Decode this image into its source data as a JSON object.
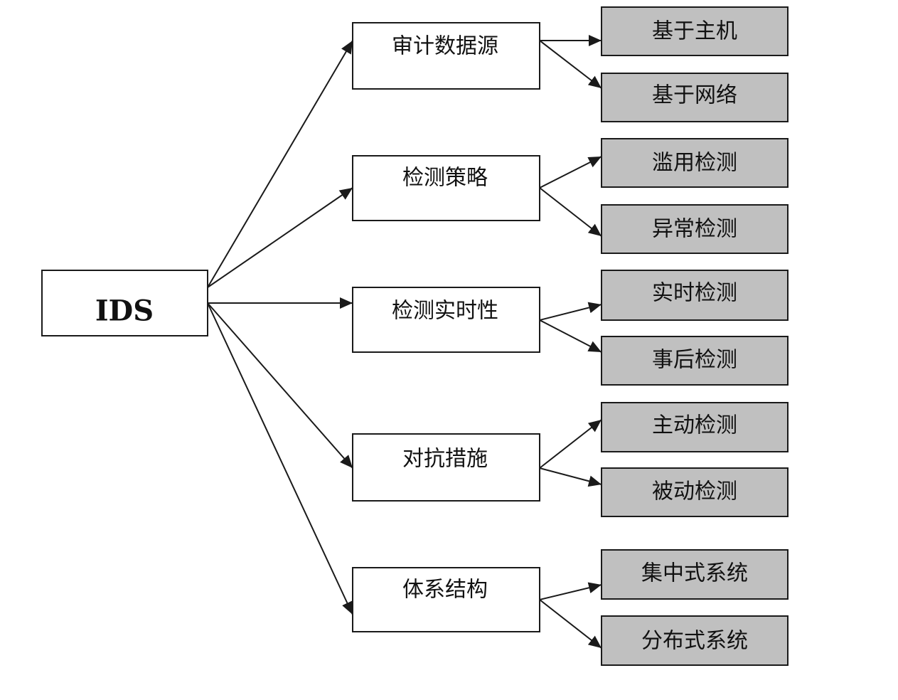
{
  "root": {
    "label": "IDS"
  },
  "categories": [
    {
      "label": "审计数据源",
      "children": [
        "基于主机",
        "基于网络"
      ]
    },
    {
      "label": "检测策略",
      "children": [
        "滥用检测",
        "异常检测"
      ]
    },
    {
      "label": "检测实时性",
      "children": [
        "实时检测",
        "事后检测"
      ]
    },
    {
      "label": "对抗措施",
      "children": [
        "主动检测",
        "被动检测"
      ]
    },
    {
      "label": "体系结构",
      "children": [
        "集中式系统",
        "分布式系统"
      ]
    }
  ],
  "colors": {
    "leaf_fill": "#c0c0c0",
    "box_fill": "#ffffff",
    "stroke": "#1a1a1a"
  }
}
